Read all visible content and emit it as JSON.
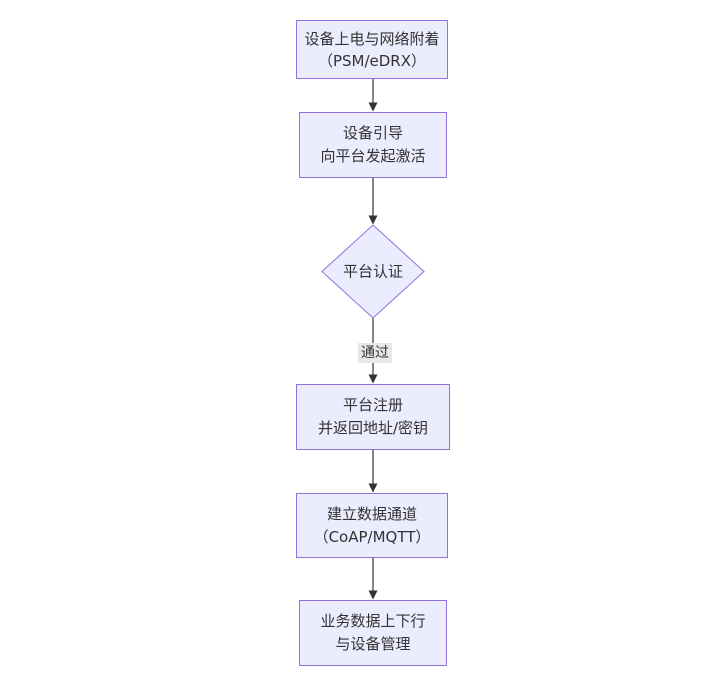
{
  "diagram": {
    "type": "flowchart",
    "direction": "top-down",
    "colors": {
      "background": "#ffffff",
      "node_fill": "#ECECFF",
      "node_border": "#9370DB",
      "node_text": "#333333",
      "edge_stroke": "#333333",
      "edge_label_bg": "#e8e8e8"
    },
    "nodes": [
      {
        "id": "power-attach",
        "shape": "rect",
        "line1": "设备上电与网络附着",
        "line2": "（PSM/eDRX）"
      },
      {
        "id": "bootstrap",
        "shape": "rect",
        "line1": "设备引导",
        "line2": "向平台发起激活"
      },
      {
        "id": "platform-auth",
        "shape": "diamond",
        "line1": "平台认证",
        "line2": ""
      },
      {
        "id": "register",
        "shape": "rect",
        "line1": "平台注册",
        "line2": "并返回地址/密钥"
      },
      {
        "id": "data-channel",
        "shape": "rect",
        "line1": "建立数据通道",
        "line2": "（CoAP/MQTT）"
      },
      {
        "id": "business",
        "shape": "rect",
        "line1": "业务数据上下行",
        "line2": "与设备管理"
      }
    ],
    "edges": [
      {
        "from": "power-attach",
        "to": "bootstrap",
        "label": ""
      },
      {
        "from": "bootstrap",
        "to": "platform-auth",
        "label": ""
      },
      {
        "from": "platform-auth",
        "to": "register",
        "label": "通过"
      },
      {
        "from": "register",
        "to": "data-channel",
        "label": ""
      },
      {
        "from": "data-channel",
        "to": "business",
        "label": ""
      }
    ]
  }
}
